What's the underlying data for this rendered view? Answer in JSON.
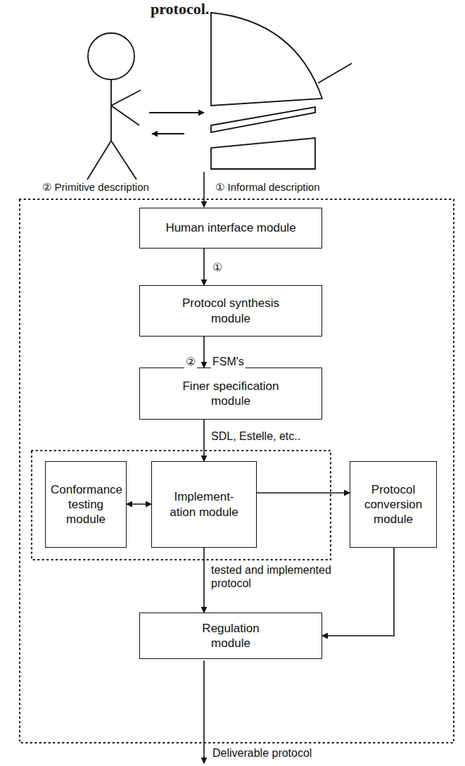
{
  "diagram": {
    "nodes": [
      {
        "text": [
          "Human interface module"
        ]
      },
      {
        "text": [
          "Protocol synthesis module"
        ]
      },
      {
        "text": [
          "Finer specification module"
        ]
      },
      {
        "text": [
          "Conformance testing module"
        ]
      },
      {
        "text": [
          "Implement- ation module"
        ]
      },
      {
        "text": [
          "Protocol conversion module"
        ]
      },
      {
        "text": [
          "Regulation module"
        ]
      }
    ],
    "edges": [
      {
        "from": 0,
        "to": 1,
        "arrow": "to",
        "label": "①"
      },
      {
        "from": 1,
        "to": 2,
        "arrow": "to",
        "label": "FSM's"
      },
      {
        "from": 2,
        "to": 4,
        "arrow": "to",
        "label": "SDL, Estelle, etc.."
      },
      {
        "from": 3,
        "to": 4,
        "arrow": "both"
      },
      {
        "from": 4,
        "to": 5,
        "arrow": "to"
      },
      {
        "from": 4,
        "to": 6,
        "arrow": "to",
        "label": "tested and implemented protocol"
      },
      {
        "from": 5,
        "to": 6,
        "arrow": "to"
      }
    ],
    "labels": [
      "protocol.",
      "② Primitive description",
      "① Informal description",
      "②",
      "Deliverable protocol"
    ]
  }
}
